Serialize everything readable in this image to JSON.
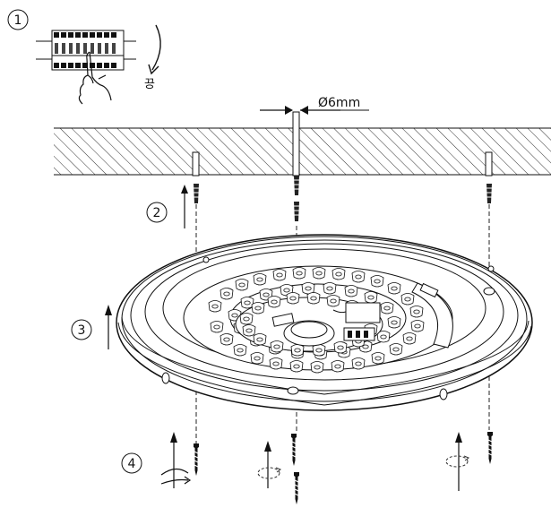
{
  "steps": [
    {
      "label": "1"
    },
    {
      "label": "2"
    },
    {
      "label": "3"
    },
    {
      "label": "4"
    }
  ],
  "dimension": {
    "label": "Ø6mm"
  },
  "switch_off_label": "끙",
  "colors": {
    "line": "#111111",
    "hatch": "#333333",
    "dash": "#222222"
  },
  "icons": [
    "circuit-breaker-icon",
    "hand-icon",
    "arrow-curve-icon",
    "screw-icon",
    "wall-plug-icon",
    "rotate-arrow-icon",
    "up-arrow-icon"
  ]
}
